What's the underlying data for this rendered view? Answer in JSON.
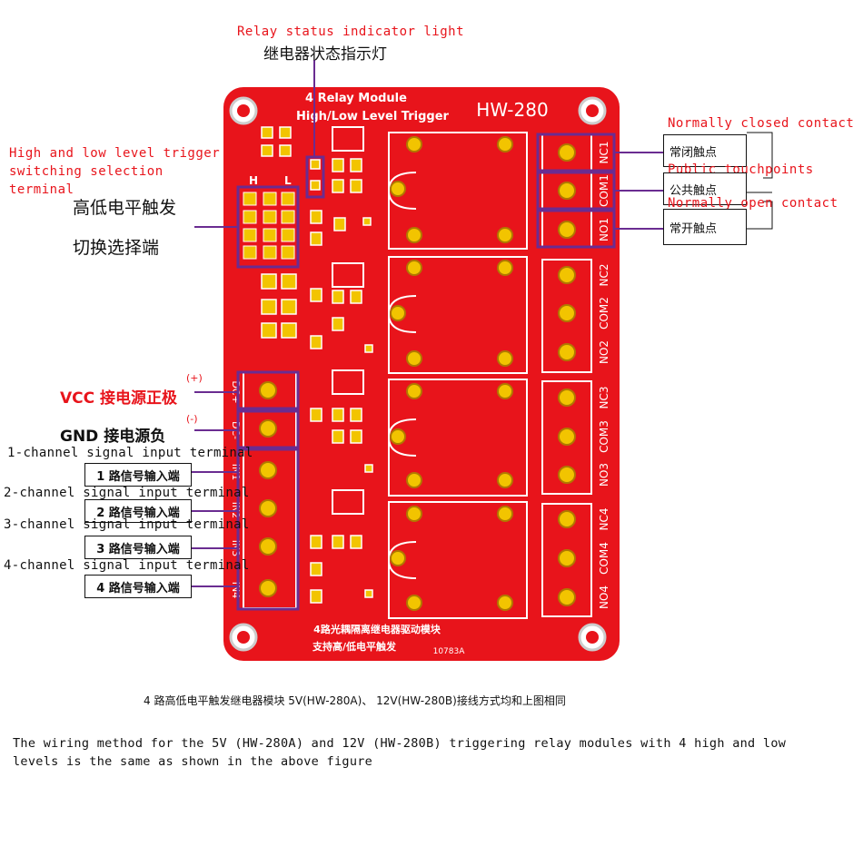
{
  "labels": {
    "relay_status_en": "Relay status indicator light",
    "relay_status_cn": "继电器状态指示灯",
    "hl_trigger_en_1": "High and low level trigger",
    "hl_trigger_en_2": "switching selection",
    "hl_trigger_en_3": "terminal",
    "hl_trigger_cn_1": "高低电平触发",
    "hl_trigger_cn_2": "切换选择端",
    "vcc_cn": "VCC 接电源正极",
    "vcc_sign": "(+)",
    "gnd_cn": "GND 接电源负",
    "gnd_sign": "(-)",
    "nc_en": "Normally closed contact",
    "nc_cn": "常闭触点",
    "com_en": "Public touchpoints",
    "com_cn": "公共触点",
    "no_en": "Normally open contact",
    "no_cn": "常开触点",
    "ch1_en": "1-channel signal input terminal",
    "ch1_cn": "1 路信号输入端",
    "ch2_en": "2-channel signal input terminal",
    "ch2_cn": "2 路信号输入端",
    "ch3_en": "3-channel signal input terminal",
    "ch3_cn": "3 路信号输入端",
    "ch4_en": "4-channel signal input terminal",
    "ch4_cn": "4 路信号输入端"
  },
  "board": {
    "title_1": "4 Relay Module",
    "title_2": "High/Low Level Trigger",
    "model": "HW-280",
    "jumper_h": "H",
    "jumper_l": "L",
    "pins_left": [
      "DC+",
      "DC-",
      "IN1",
      "IN2",
      "IN3",
      "IN4"
    ],
    "terminals": [
      {
        "nc": "NC1",
        "com": "COM1",
        "no": "NO1"
      },
      {
        "nc": "NC2",
        "com": "COM2",
        "no": "NO2"
      },
      {
        "nc": "NC3",
        "com": "COM3",
        "no": "NO3"
      },
      {
        "nc": "NC4",
        "com": "COM4",
        "no": "NO4"
      }
    ],
    "bottom_text_1": "4路光耦隔离继电器驱动模块",
    "bottom_text_2": "支持高/低电平触发",
    "code": "10783A"
  },
  "caption_cn": "4 路高低电平触发继电器模块 5V(HW-280A)、 12V(HW-280B)接线方式均和上图相同",
  "caption_en_1": "The wiring method for the 5V (HW-280A) and 12V (HW-280B) triggering relay modules with 4 high and low",
  "caption_en_2": "levels is the same as shown in the above figure",
  "colors": {
    "board_red": "#e8141b",
    "highlight": "#6a2c91",
    "pad_gold": "#f2c400"
  }
}
